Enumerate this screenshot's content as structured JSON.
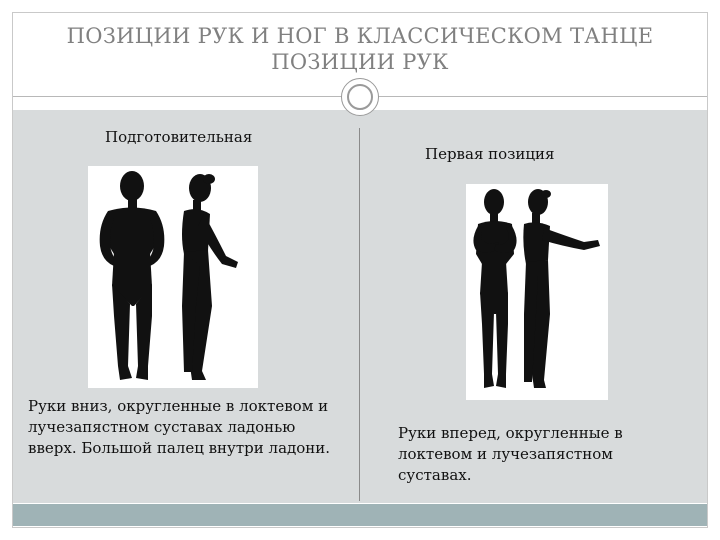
{
  "title": {
    "line1": "ПОЗИЦИИ РУК И НОГ В КЛАССИЧЕСКОМ ТАНЦЕ",
    "line2": "ПОЗИЦИИ РУК"
  },
  "left": {
    "heading": "Подготовительная",
    "description": "Руки вниз, округленные в локтевом и лучезапястном суставах ладонью вверх. Большой палец внутри ладони."
  },
  "right": {
    "heading": "Первая позиция",
    "description": "Руки вперед, округленные в локтевом и лучезапястном суставах."
  },
  "colors": {
    "content_bg": "#d8dbdc",
    "footer_bar": "#9fb3b6",
    "title_text": "#808080"
  }
}
